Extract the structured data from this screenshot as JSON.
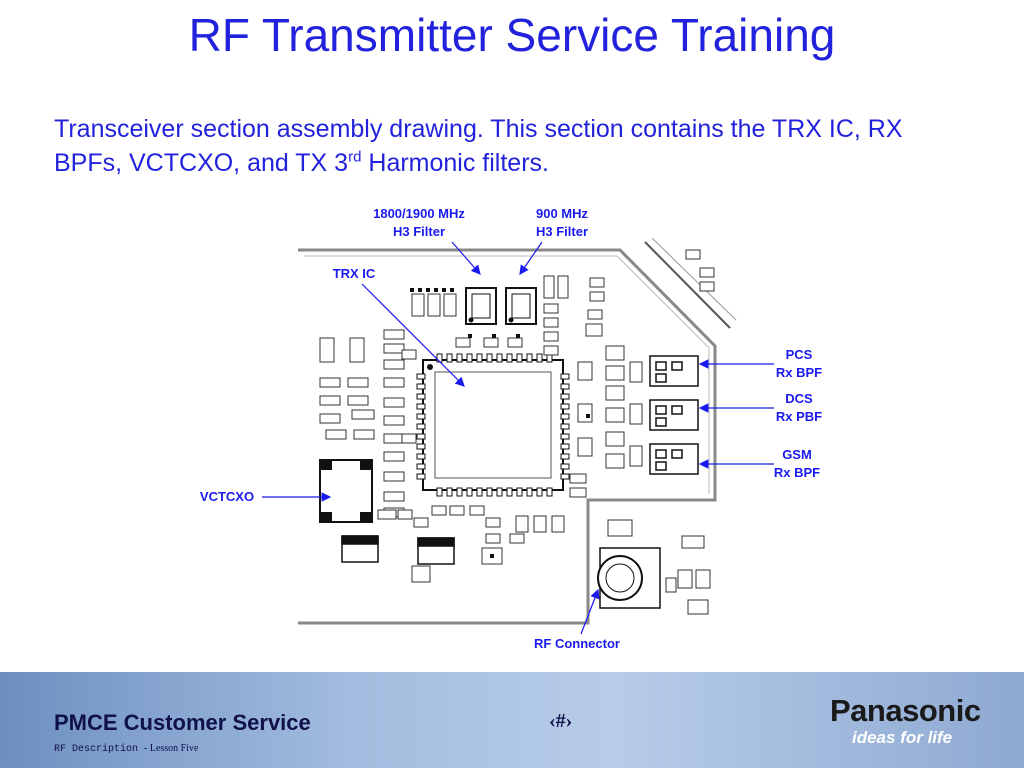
{
  "slide": {
    "title": "RF Transmitter Service Training",
    "subtitle_part1": "Transceiver section assembly drawing. This section contains the TRX IC, RX BPFs, VCTCXO, and TX 3",
    "subtitle_sup": "rd",
    "subtitle_part2": " Harmonic filters."
  },
  "labels": {
    "h3_1800_line1": "1800/1900 MHz",
    "h3_1800_line2": "H3 Filter",
    "h3_900_line1": "900 MHz",
    "h3_900_line2": "H3 Filter",
    "trx_ic": "TRX IC",
    "pcs_line1": "PCS",
    "pcs_line2": "Rx BPF",
    "dcs_line1": "DCS",
    "dcs_line2": "Rx PBF",
    "gsm_line1": "GSM",
    "gsm_line2": "Rx BPF",
    "vctcxo": "VCTCXO",
    "rf_connector": "RF Connector"
  },
  "footer": {
    "title": "PMCE Customer Service",
    "sub_part1": "RF Description ",
    "sub_part2": "- Lesson Five",
    "slide_number": "‹#›",
    "brand": "Panasonic",
    "tagline": "ideas for life"
  },
  "colors": {
    "title": "#2222dd",
    "label": "#1a1aee",
    "footer_text": "#10104a"
  }
}
